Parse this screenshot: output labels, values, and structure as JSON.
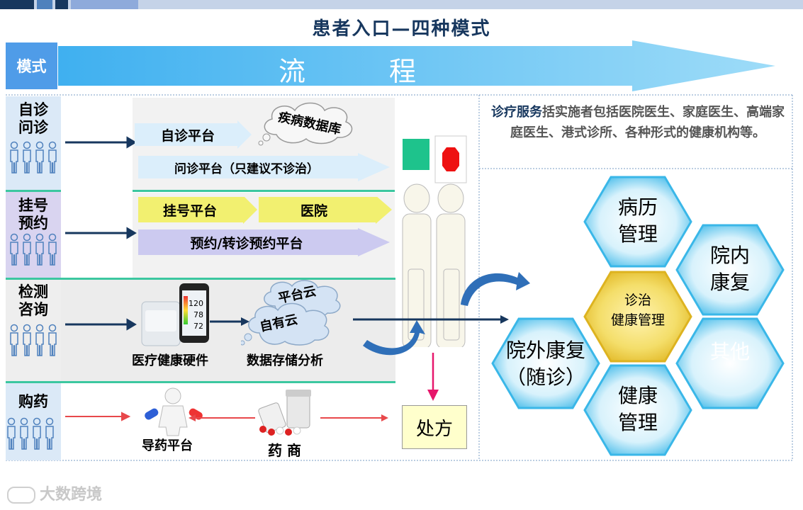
{
  "title": "患者入口—四种模式",
  "header": {
    "mode_label": "模式",
    "process_label": "流　程"
  },
  "rows": [
    {
      "label_line1": "自诊",
      "label_line2": "问诊"
    },
    {
      "label_line1": "挂号",
      "label_line2": "预约"
    },
    {
      "label_line1": "检测",
      "label_line2": "咨询"
    },
    {
      "label_line1": "购药",
      "label_line2": ""
    }
  ],
  "row1": {
    "self_diag_platform": "自诊平台",
    "disease_db_cloud": "疾病数据库",
    "consult_platform": "问诊平台（只建议不诊治）"
  },
  "row2": {
    "register_platform": "挂号平台",
    "hospital": "医院",
    "appointment_platform": "预约/转诊预约平台"
  },
  "row3": {
    "cloud_platform": "平台云",
    "cloud_own": "自有云",
    "hardware_label": "医疗健康硬件",
    "data_label": "数据存储分析",
    "phone_readings": [
      "120",
      "78",
      "72"
    ]
  },
  "row4": {
    "guide_platform": "导药平台",
    "merchant": "药 商"
  },
  "info": {
    "highlight": "诊疗服务",
    "text": "括实施者包括医院医生、家庭医生、高端家庭医生、港式诊所、各种形式的健康机构等。"
  },
  "prescription": "处方",
  "hexagons": {
    "medical_records": [
      "病历",
      "管理"
    ],
    "inhospital_rehab": [
      "院内",
      "康复"
    ],
    "center": [
      "诊治",
      "健康管理"
    ],
    "outhospital_rehab": [
      "院外康复",
      "（随诊）"
    ],
    "other": [
      "其他"
    ],
    "health_mgmt": [
      "健康",
      "管理"
    ]
  },
  "watermark": "大数跨境",
  "colors": {
    "arrow_blue": "#5bc0f2",
    "navy": "#17375e",
    "hex_blue": "#3ab7e8",
    "hex_center": "#f0cf3c",
    "red": "#e8484b",
    "magenta": "#e6176b"
  }
}
